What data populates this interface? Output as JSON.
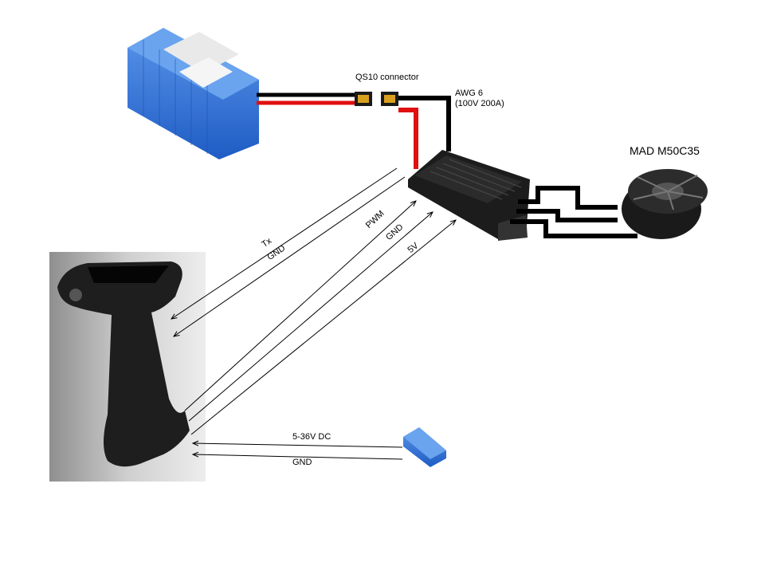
{
  "connector_label": "QS10 connector",
  "wire_spec": {
    "gauge": "AWG 6",
    "rating": "(100V 200A)"
  },
  "motor_label": "MAD M50C35",
  "signal_wires": {
    "tx": "Tx",
    "gnd_1": "GND",
    "pwm": "PWM",
    "gnd_2": "GND",
    "v5": "5V"
  },
  "power_wires": {
    "dc": "5-36V DC",
    "gnd": "GND"
  },
  "colors": {
    "battery_blue": "#2f6fd6",
    "wire_red": "#e01010",
    "wire_black": "#000000",
    "handle_bg": "#9a9a9a"
  }
}
